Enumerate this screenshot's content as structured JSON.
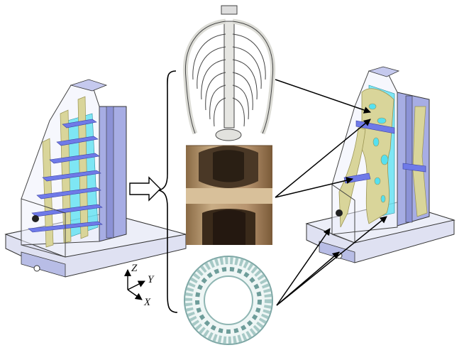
{
  "axes": {
    "z_label": "Z",
    "y_label": "Y",
    "x_label": "X"
  },
  "colors": {
    "base_plate": "#d9dcef",
    "frame": "#a8aee0",
    "frame_dark": "#5a5fa8",
    "rib_yellow": "#d9d59a",
    "rib_yellow_dark": "#9a9452",
    "rib_blue": "#6f7ae8",
    "panel_cyan": "#55e0f0",
    "outline": "#333333",
    "arrow": "#000000"
  },
  "panels": {
    "left_model": "original-mechanical-column",
    "right_model": "bionic-optimized-column",
    "bio_top": "human-rib-cage",
    "bio_middle": "bamboo-node-section",
    "bio_bottom": "plant-stem-cross-section"
  }
}
